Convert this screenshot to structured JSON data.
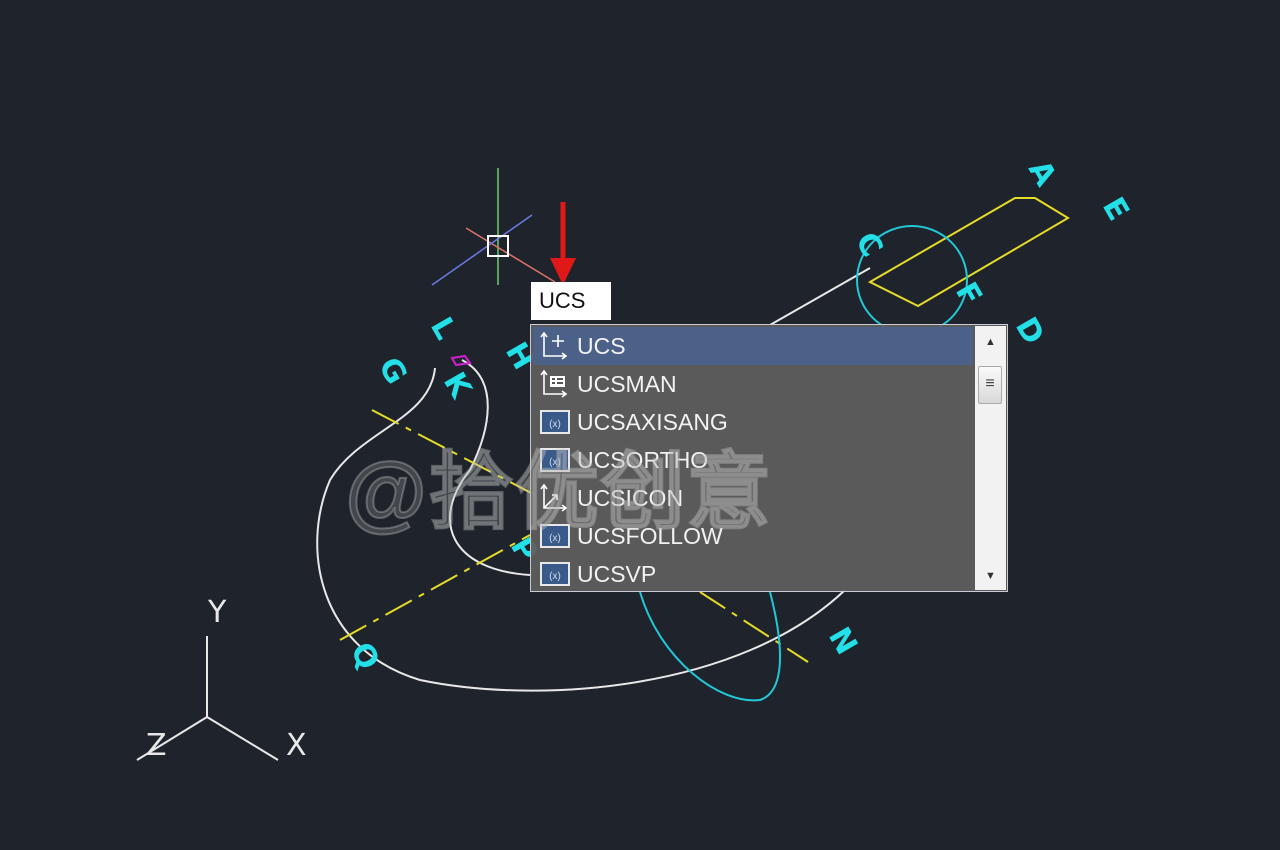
{
  "command_input": {
    "value": "UCS"
  },
  "autocomplete": {
    "items": [
      {
        "label": "UCS",
        "icon": "ucs-move-icon",
        "selected": true
      },
      {
        "label": "UCSMAN",
        "icon": "ucs-manager-icon",
        "selected": false
      },
      {
        "label": "UCSAXISANG",
        "icon": "system-variable-icon",
        "selected": false
      },
      {
        "label": "UCSORTHO",
        "icon": "system-variable-icon",
        "selected": false
      },
      {
        "label": "UCSICON",
        "icon": "ucs-icon-icon",
        "selected": false
      },
      {
        "label": "UCSFOLLOW",
        "icon": "system-variable-icon",
        "selected": false
      },
      {
        "label": "UCSVP",
        "icon": "system-variable-icon",
        "selected": false
      }
    ]
  },
  "drawing": {
    "point_labels": [
      "A",
      "E",
      "C",
      "F",
      "D",
      "L",
      "H",
      "G",
      "K",
      "P",
      "Q",
      "N"
    ],
    "ucs_axes": {
      "x": "X",
      "y": "Y",
      "z": "Z"
    }
  },
  "watermark": "@拾优创意",
  "colors": {
    "background": "#1f242c",
    "labels": "#23e0e8",
    "yellow": "#e6dc28",
    "selection": "#4c6188",
    "arrow": "#e01818"
  }
}
